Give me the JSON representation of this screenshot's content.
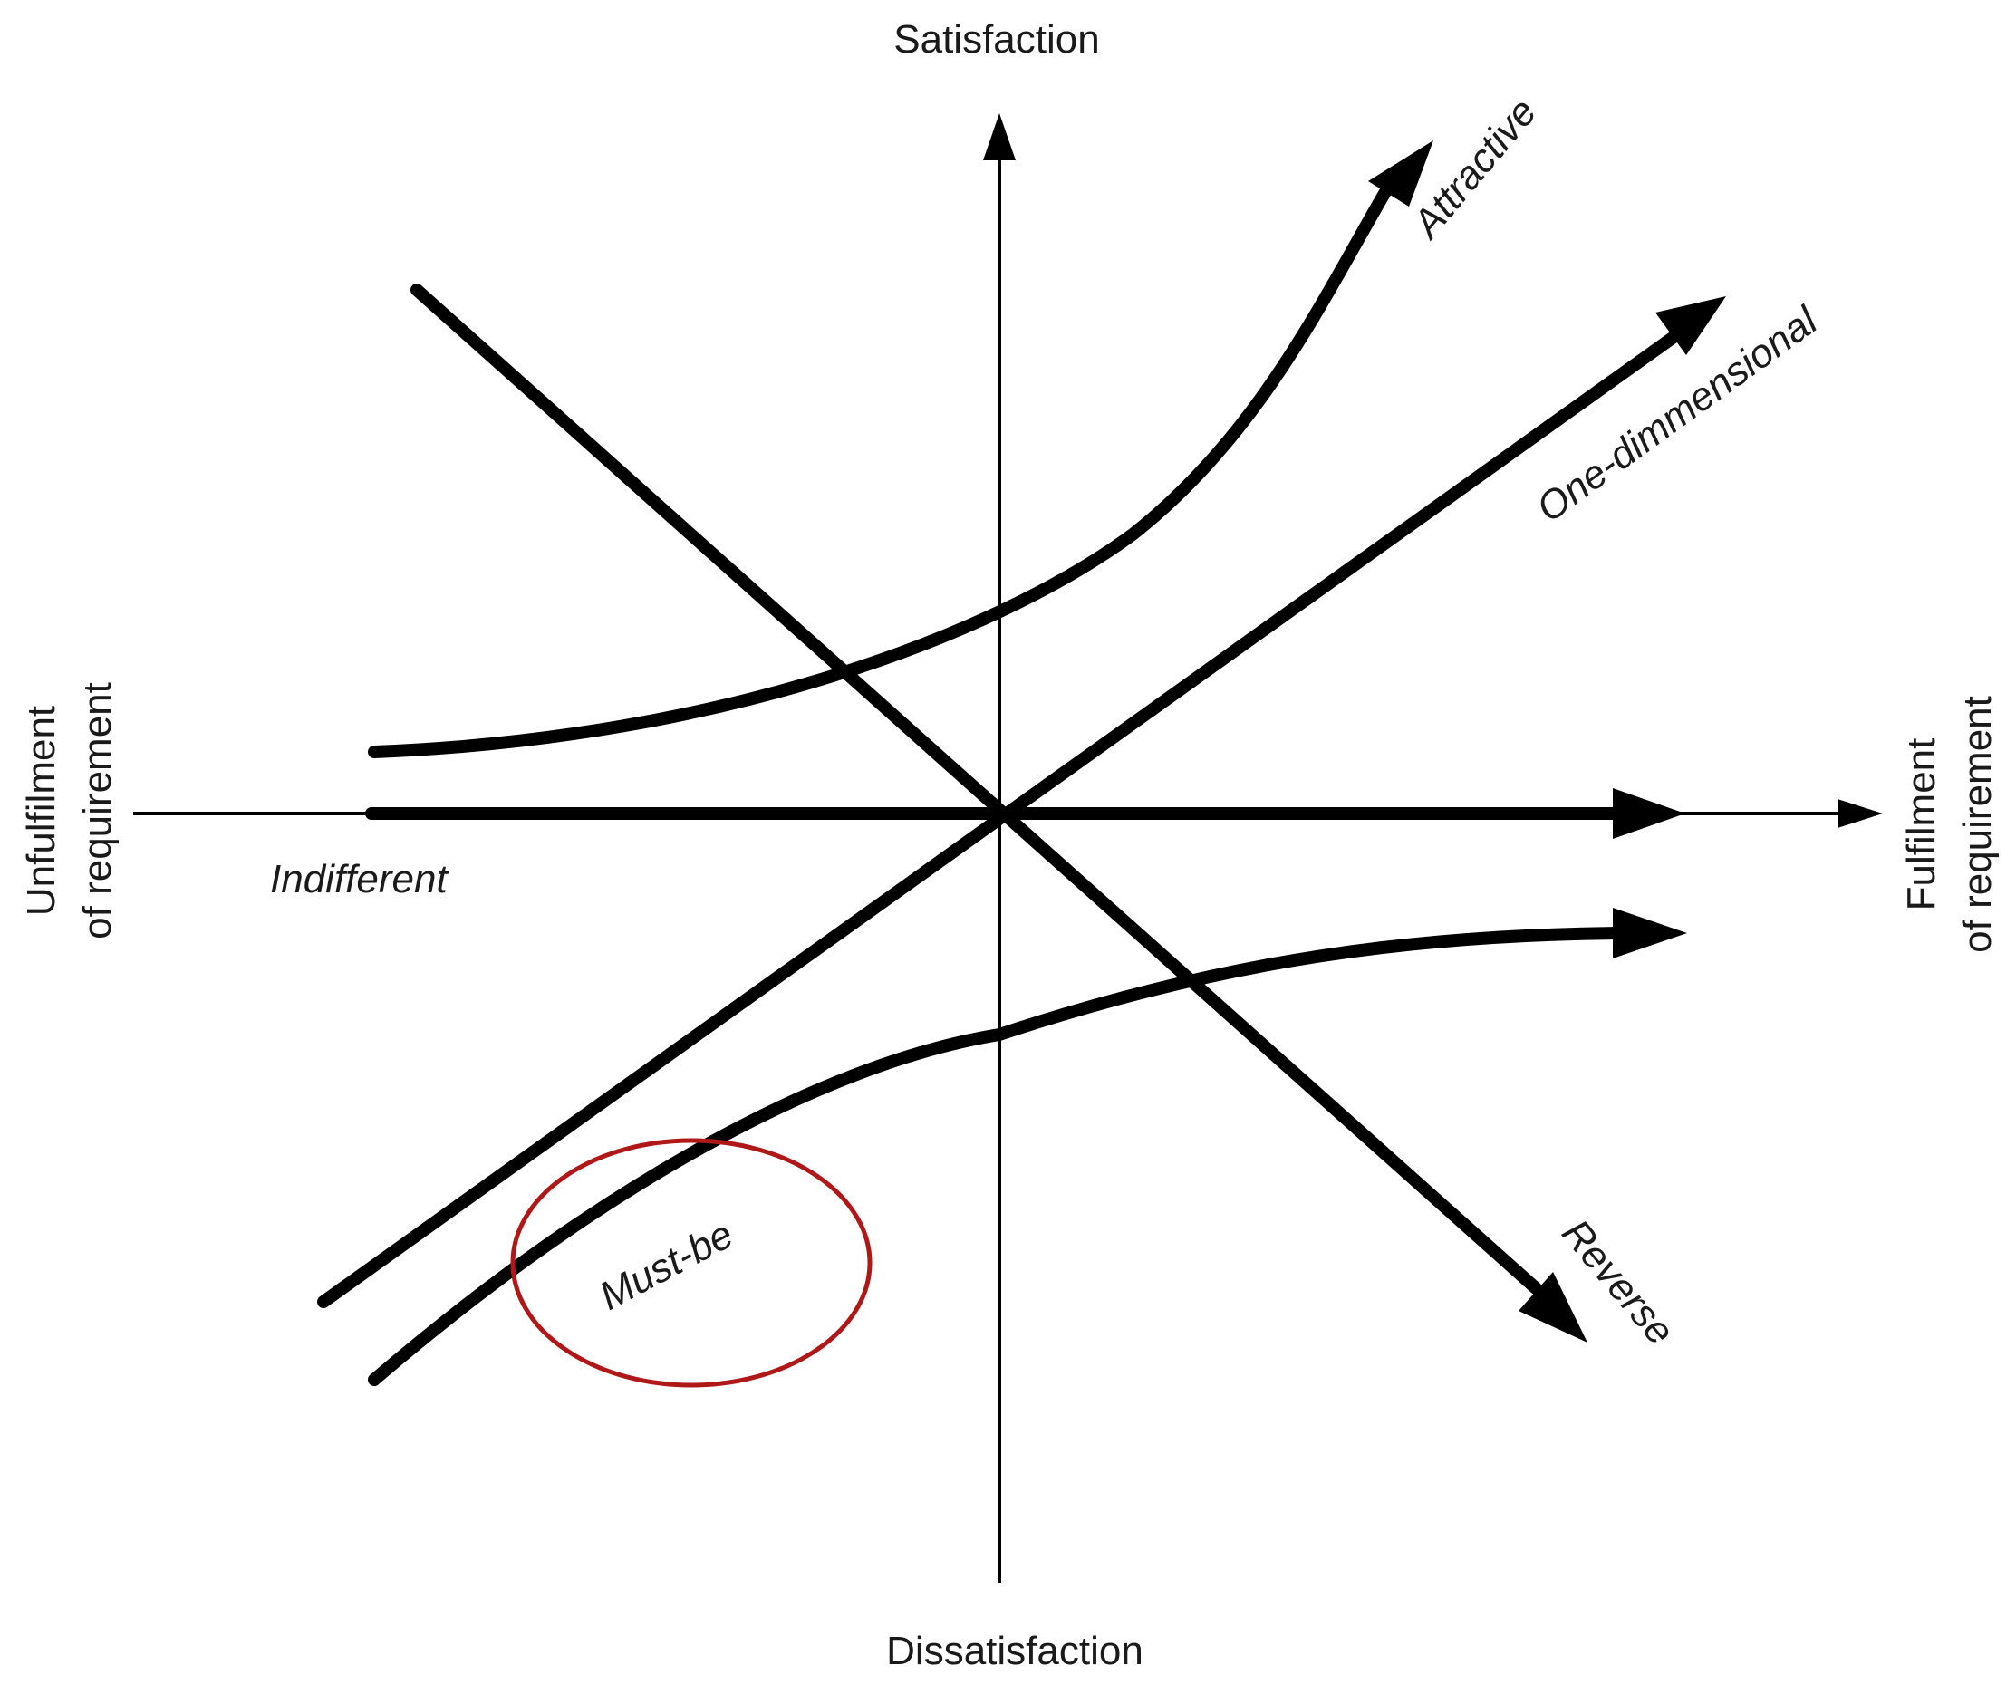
{
  "axes": {
    "top": "Satisfaction",
    "bottom": "Dissatisfaction",
    "left_line1": "Unfulfilment",
    "left_line2": "of requirement",
    "right_line1": "Fulfilment",
    "right_line2": "of requirement"
  },
  "curves": {
    "attractive": "Attractive",
    "one_dimensional": "One-dimmensional",
    "indifferent": "Indifferent",
    "must_be": "Must-be",
    "reverse": "Reverse"
  },
  "colors": {
    "line": "#000000",
    "highlight": "#b01818"
  }
}
